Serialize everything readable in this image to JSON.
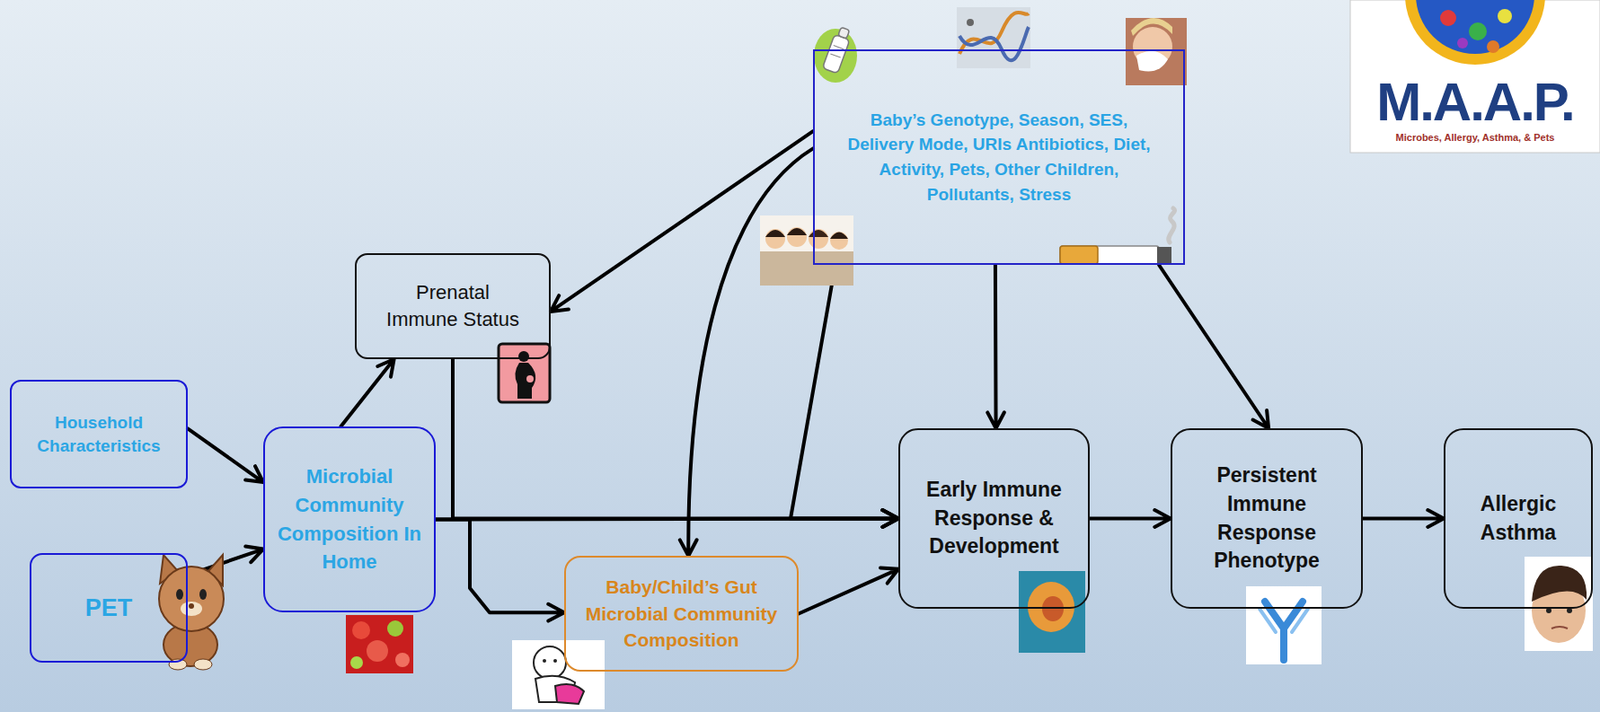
{
  "diagram": {
    "nodes": [
      {
        "text": [
          "Baby’s Genotype, Season, SES, Delivery Mode, URIs Antibiotics, Diet, Activity, Pets, Other Children, Pollutants, Stress"
        ]
      },
      {
        "text": [
          "Prenatal Immune Status"
        ]
      },
      {
        "text": [
          "Household Characteristics"
        ]
      },
      {
        "text": [
          "Microbial Community Composition In Home"
        ]
      },
      {
        "text": [
          "Early Immune Response & Development"
        ]
      },
      {
        "text": [
          "Persistent Immune Response Phenotype"
        ]
      },
      {
        "text": [
          "Allergic Asthma"
        ]
      },
      {
        "text": [
          "PET"
        ]
      },
      {
        "text": [
          "Baby/Child’s Gut Microbial Community Composition"
        ]
      }
    ],
    "edges": [
      {
        "from": 2,
        "to": 3,
        "arrow": "to"
      },
      {
        "from": 7,
        "to": 3,
        "arrow": "to"
      },
      {
        "from": 3,
        "to": 1,
        "arrow": "to"
      },
      {
        "from": 0,
        "to": 1,
        "arrow": "to"
      },
      {
        "from": 1,
        "to": 4,
        "arrow": "to"
      },
      {
        "from": 3,
        "to": 4,
        "arrow": "to"
      },
      {
        "from": 3,
        "to": 8,
        "arrow": "to"
      },
      {
        "from": 0,
        "to": 8,
        "arrow": "to"
      },
      {
        "from": 0,
        "to": 4,
        "arrow": "to"
      },
      {
        "from": 0,
        "to": 4,
        "arrow": "to"
      },
      {
        "from": 8,
        "to": 4,
        "arrow": "to"
      },
      {
        "from": 0,
        "to": 5,
        "arrow": "to"
      },
      {
        "from": 4,
        "to": 5,
        "arrow": "to"
      },
      {
        "from": 5,
        "to": 6,
        "arrow": "to"
      }
    ],
    "labels": [
      "M.A.A.P.",
      "Microbes, Allergy, Asthma, & Pets"
    ]
  }
}
